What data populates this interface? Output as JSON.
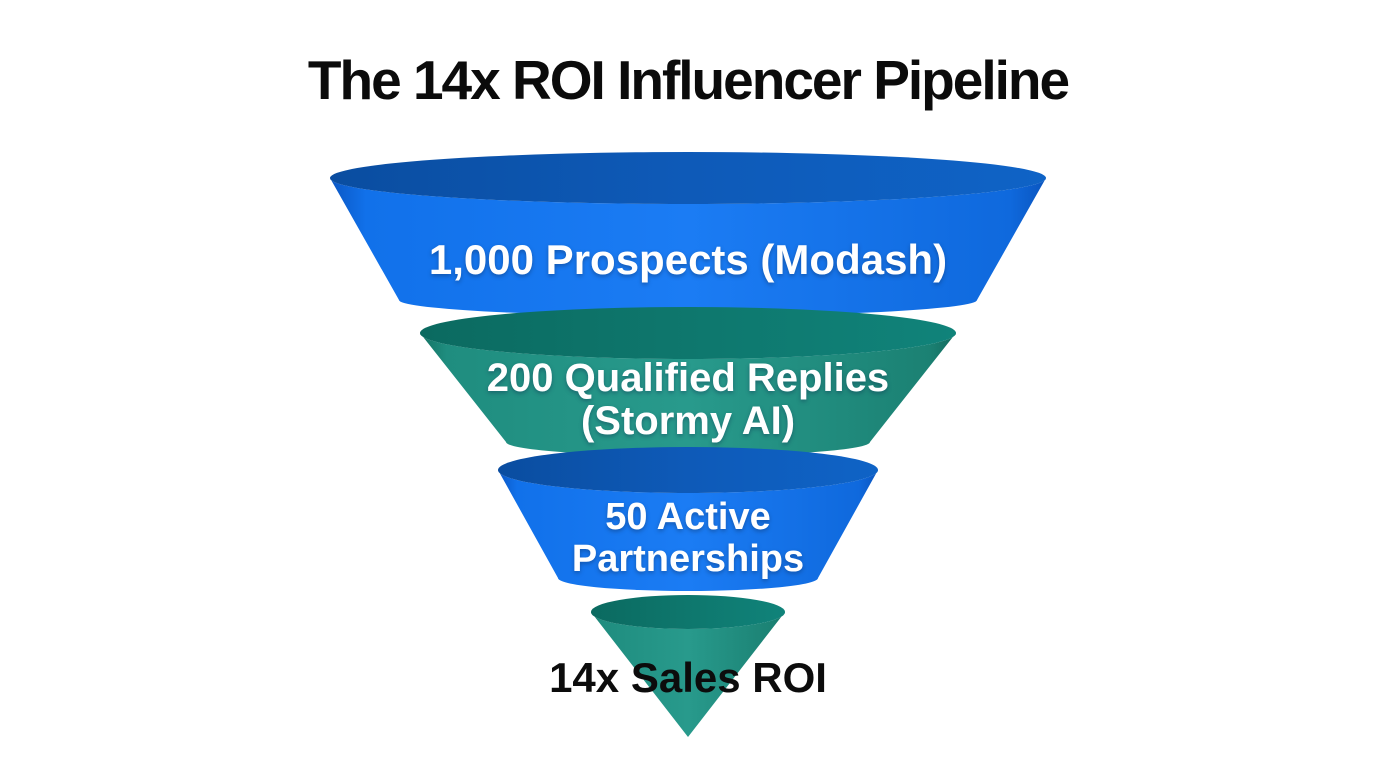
{
  "title": "The 14x ROI Influencer Pipeline",
  "colors": {
    "background": "#ffffff",
    "title_text": "#0b0b0b",
    "blue_body": "#1173ef",
    "blue_top_ellipse": "#0e5ab8",
    "teal_body": "#219184",
    "teal_top_ellipse": "#0e776d",
    "label_text": "#ffffff",
    "bottom_label_text": "#0c0c0c"
  },
  "chart_data": {
    "type": "funnel",
    "title": "The 14x ROI Influencer Pipeline",
    "orientation": "top-wide-to-bottom-narrow",
    "stages": [
      {
        "label": "1,000 Prospects (Modash)",
        "value": 1000,
        "lines": [
          "1,000 Prospects (Modash)"
        ],
        "color": "#1173ef",
        "text_color": "#ffffff"
      },
      {
        "label": "200 Qualified Replies (Stormy AI)",
        "value": 200,
        "lines": [
          "200 Qualified Replies",
          "(Stormy AI)"
        ],
        "color": "#219184",
        "text_color": "#ffffff"
      },
      {
        "label": "50 Active Partnerships",
        "value": 50,
        "lines": [
          "50 Active",
          "Partnerships"
        ],
        "color": "#1173ef",
        "text_color": "#ffffff"
      },
      {
        "label": "14x Sales ROI",
        "value": "14x",
        "lines": [
          "14x Sales ROI"
        ],
        "color": "#219184",
        "text_color": "#0c0c0c"
      }
    ]
  }
}
